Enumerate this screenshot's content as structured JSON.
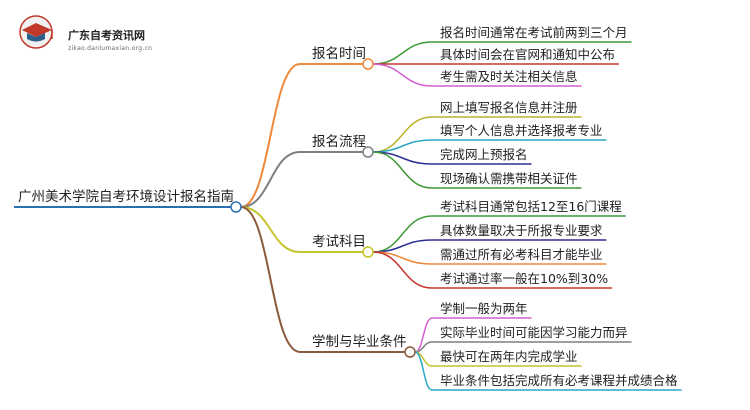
{
  "logo": {
    "title": "广东自考资讯网",
    "url": "zikao.danlumaxian.org.cn"
  },
  "root": {
    "label": "广州美术学院自考环境设计报名指南",
    "color": "#2c6fb0"
  },
  "branches": [
    {
      "label": "报名时间",
      "color": "#f0883b",
      "children": [
        {
          "label": "报名时间通常在考试前两到三个月",
          "color": "#3f9a3a"
        },
        {
          "label": "具体时间会在官网和通知中公布",
          "color": "#c8352e"
        },
        {
          "label": "考生需及时关注相关信息",
          "color": "#d35fcf"
        }
      ]
    },
    {
      "label": "报名流程",
      "color": "#7f7f7f",
      "children": [
        {
          "label": "网上填写报名信息并注册",
          "color": "#b8b32b"
        },
        {
          "label": "填写个人信息并选择报考专业",
          "color": "#2aa6c7"
        },
        {
          "label": "完成网上预报名",
          "color": "#2e2e96"
        },
        {
          "label": "现场确认需携带相关证件",
          "color": "#3f9a3a"
        }
      ]
    },
    {
      "label": "考试科目",
      "color": "#c4c42d",
      "children": [
        {
          "label": "考试科目通常包括12至16门课程",
          "color": "#3f9a3a"
        },
        {
          "label": "具体数量取决于所报专业要求",
          "color": "#2e2e96"
        },
        {
          "label": "需通过所有必考科目才能毕业",
          "color": "#f0883b"
        },
        {
          "label": "考试通过率一般在10%到30%",
          "color": "#c8352e"
        }
      ]
    },
    {
      "label": "学制与毕业条件",
      "color": "#8b5a3c",
      "children": [
        {
          "label": "学制一般为两年",
          "color": "#d35fcf"
        },
        {
          "label": "实际毕业时间可能因学习能力而异",
          "color": "#7f7f7f"
        },
        {
          "label": "最快可在两年内完成学业",
          "color": "#c4c42d"
        },
        {
          "label": "毕业条件包括完成所有必考课程并成绩合格",
          "color": "#2aa6c7"
        }
      ]
    }
  ]
}
